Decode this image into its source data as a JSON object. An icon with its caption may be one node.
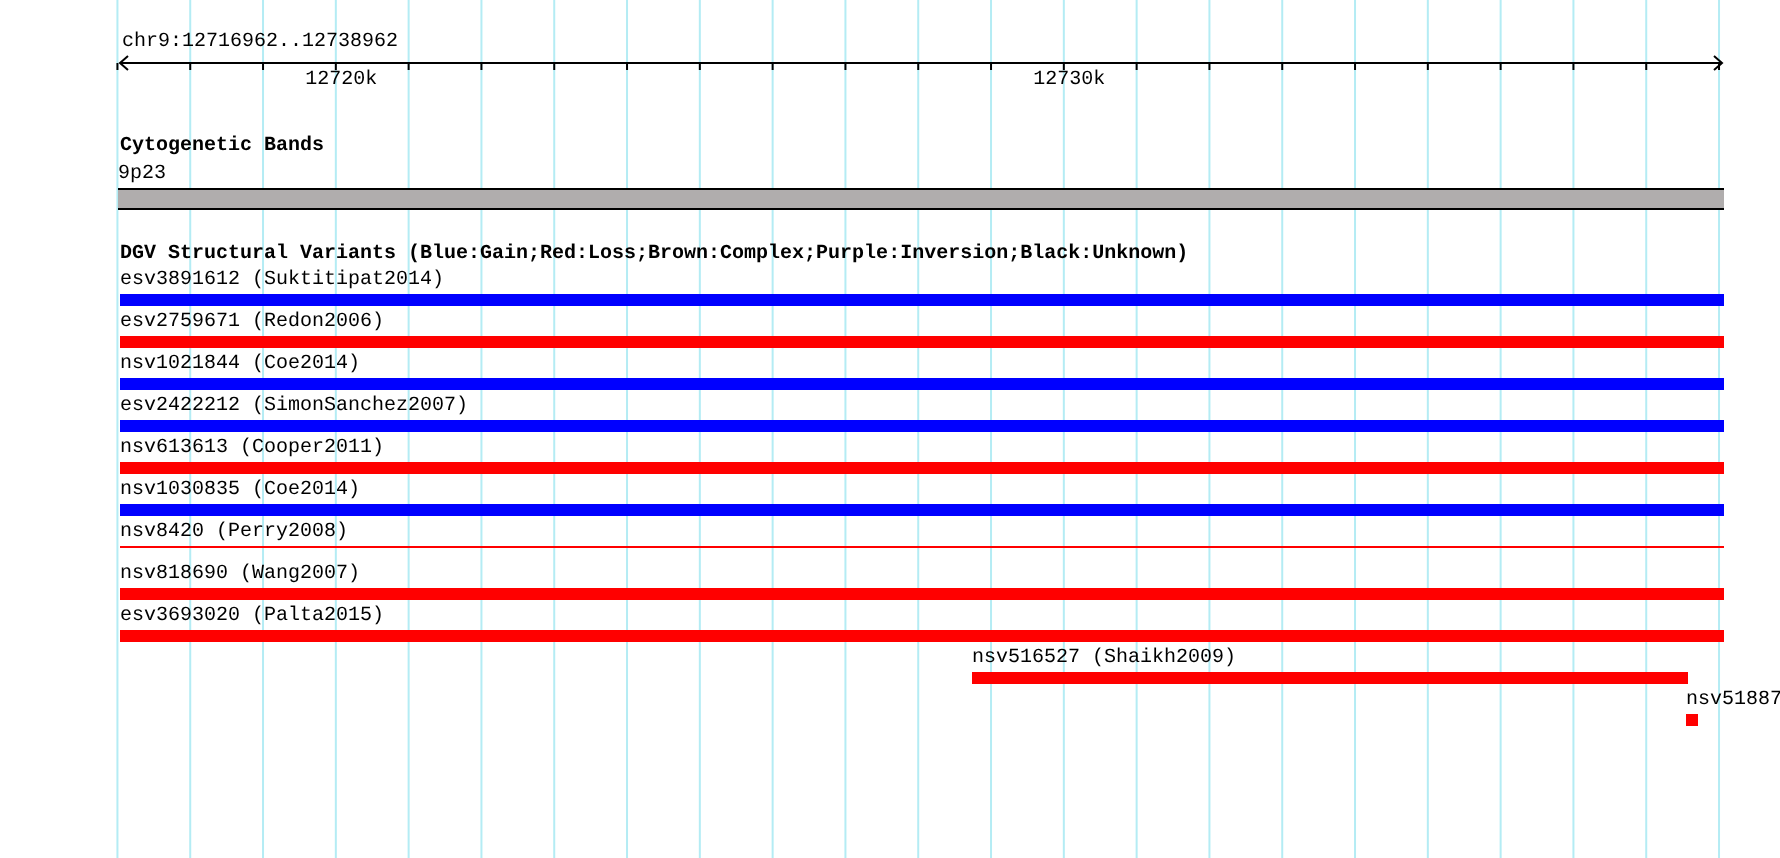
{
  "diagram": {
    "nodes": [
      {
        "text": [
          "9p23"
        ]
      },
      {
        "text": [
          "esv3891612 (Suktitipat2014)"
        ]
      },
      {
        "text": [
          "esv2759671 (Redon2006)"
        ]
      },
      {
        "text": [
          "nsv1021844 (Coe2014)"
        ]
      },
      {
        "text": [
          "esv2422212 (SimonSanchez2007)"
        ]
      },
      {
        "text": [
          "nsv613613 (Cooper2011)"
        ]
      },
      {
        "text": [
          "nsv1030835 (Coe2014)"
        ]
      },
      {
        "text": [
          "nsv8420 (Perry2008)"
        ]
      },
      {
        "text": [
          "nsv818690 (Wang2007)"
        ]
      },
      {
        "text": [
          "esv3693020 (Palta2015)"
        ]
      },
      {
        "text": [
          "nsv516527 (Shaikh2009)"
        ]
      },
      {
        "text": [
          "nsv51887"
        ]
      }
    ],
    "labels": [
      "chr9:12716962..12738962",
      "12720k",
      "12730k",
      "Cytogenetic Bands",
      "DGV Structural Variants (Blue:Gain;Red:Loss;Brown:Complex;Purple:Inversion;Black:Unknown)"
    ]
  }
}
